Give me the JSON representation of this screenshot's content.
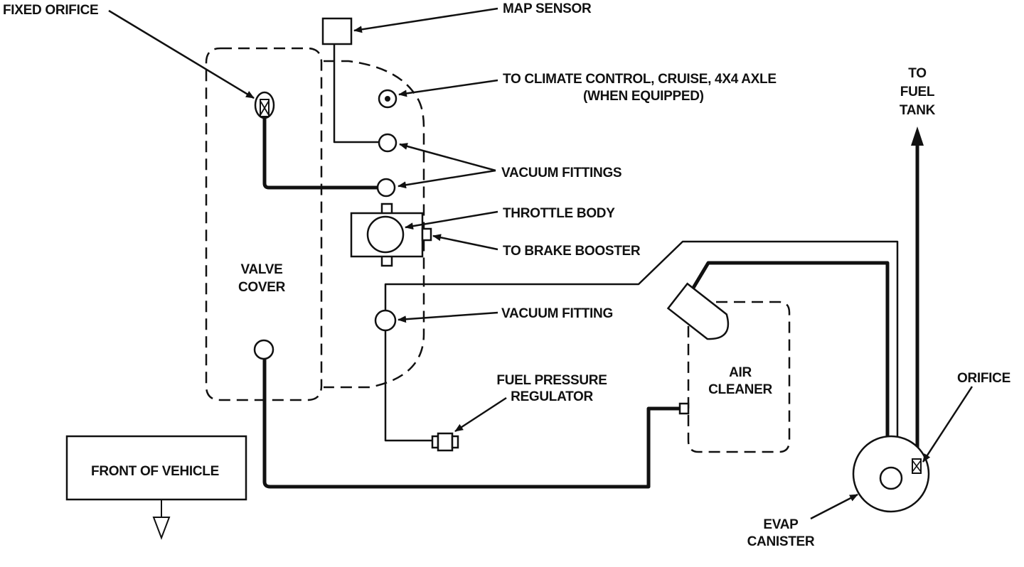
{
  "labels": {
    "fixed_orifice": "FIXED ORIFICE",
    "map_sensor": "MAP SENSOR",
    "climate_line1": "TO CLIMATE CONTROL, CRUISE, 4X4 AXLE",
    "climate_line2": "(WHEN EQUIPPED)",
    "to_fuel_tank_line1": "TO",
    "to_fuel_tank_line2": "FUEL",
    "to_fuel_tank_line3": "TANK",
    "vacuum_fittings": "VACUUM FITTINGS",
    "throttle_body": "THROTTLE BODY",
    "to_brake_booster": "TO BRAKE BOOSTER",
    "valve_cover_line1": "VALVE",
    "valve_cover_line2": "COVER",
    "vacuum_fitting": "VACUUM FITTING",
    "fuel_pressure_regulator_line1": "FUEL PRESSURE",
    "fuel_pressure_regulator_line2": "REGULATOR",
    "air_cleaner_line1": "AIR",
    "air_cleaner_line2": "CLEANER",
    "orifice": "ORIFICE",
    "front_of_vehicle": "FRONT OF VEHICLE",
    "evap_canister_line1": "EVAP",
    "evap_canister_line2": "CANISTER"
  },
  "colors": {
    "line": "#111111",
    "background": "#ffffff"
  }
}
